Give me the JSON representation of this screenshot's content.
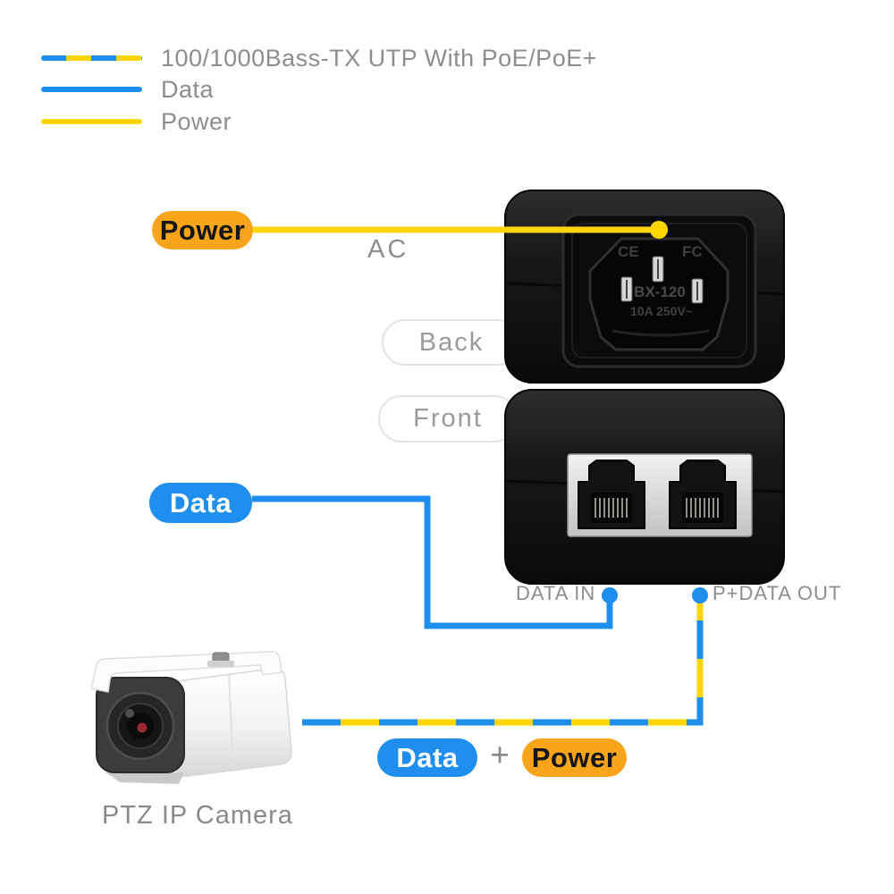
{
  "legend": {
    "items": [
      {
        "label": "100/1000Bass-TX UTP With PoE/PoE+",
        "line_style": "dashed-data-power"
      },
      {
        "label": "Data",
        "line_style": "data"
      },
      {
        "label": "Power",
        "line_style": "power"
      }
    ]
  },
  "injector": {
    "back_view_label": "Back",
    "front_view_label": "Front",
    "ac_label": "AC",
    "power_badge": "Power",
    "data_badge": "Data",
    "port_labels": {
      "data_in": "DATA IN",
      "p_data_out": "P+DATA OUT"
    },
    "markings": {
      "ce": "CE",
      "fcc": "FC",
      "model": "BX-120",
      "rating": "10A 250V~"
    }
  },
  "camera": {
    "label": "PTZ IP Camera",
    "connection": {
      "data_badge": "Data",
      "plus": "+",
      "power_badge": "Power"
    }
  },
  "colors": {
    "data_blue": "#1E8FEE",
    "power_yellow": "#FFD503",
    "power_badge_orange": "#F9A51B",
    "label_gray": "#8D8D8D"
  }
}
